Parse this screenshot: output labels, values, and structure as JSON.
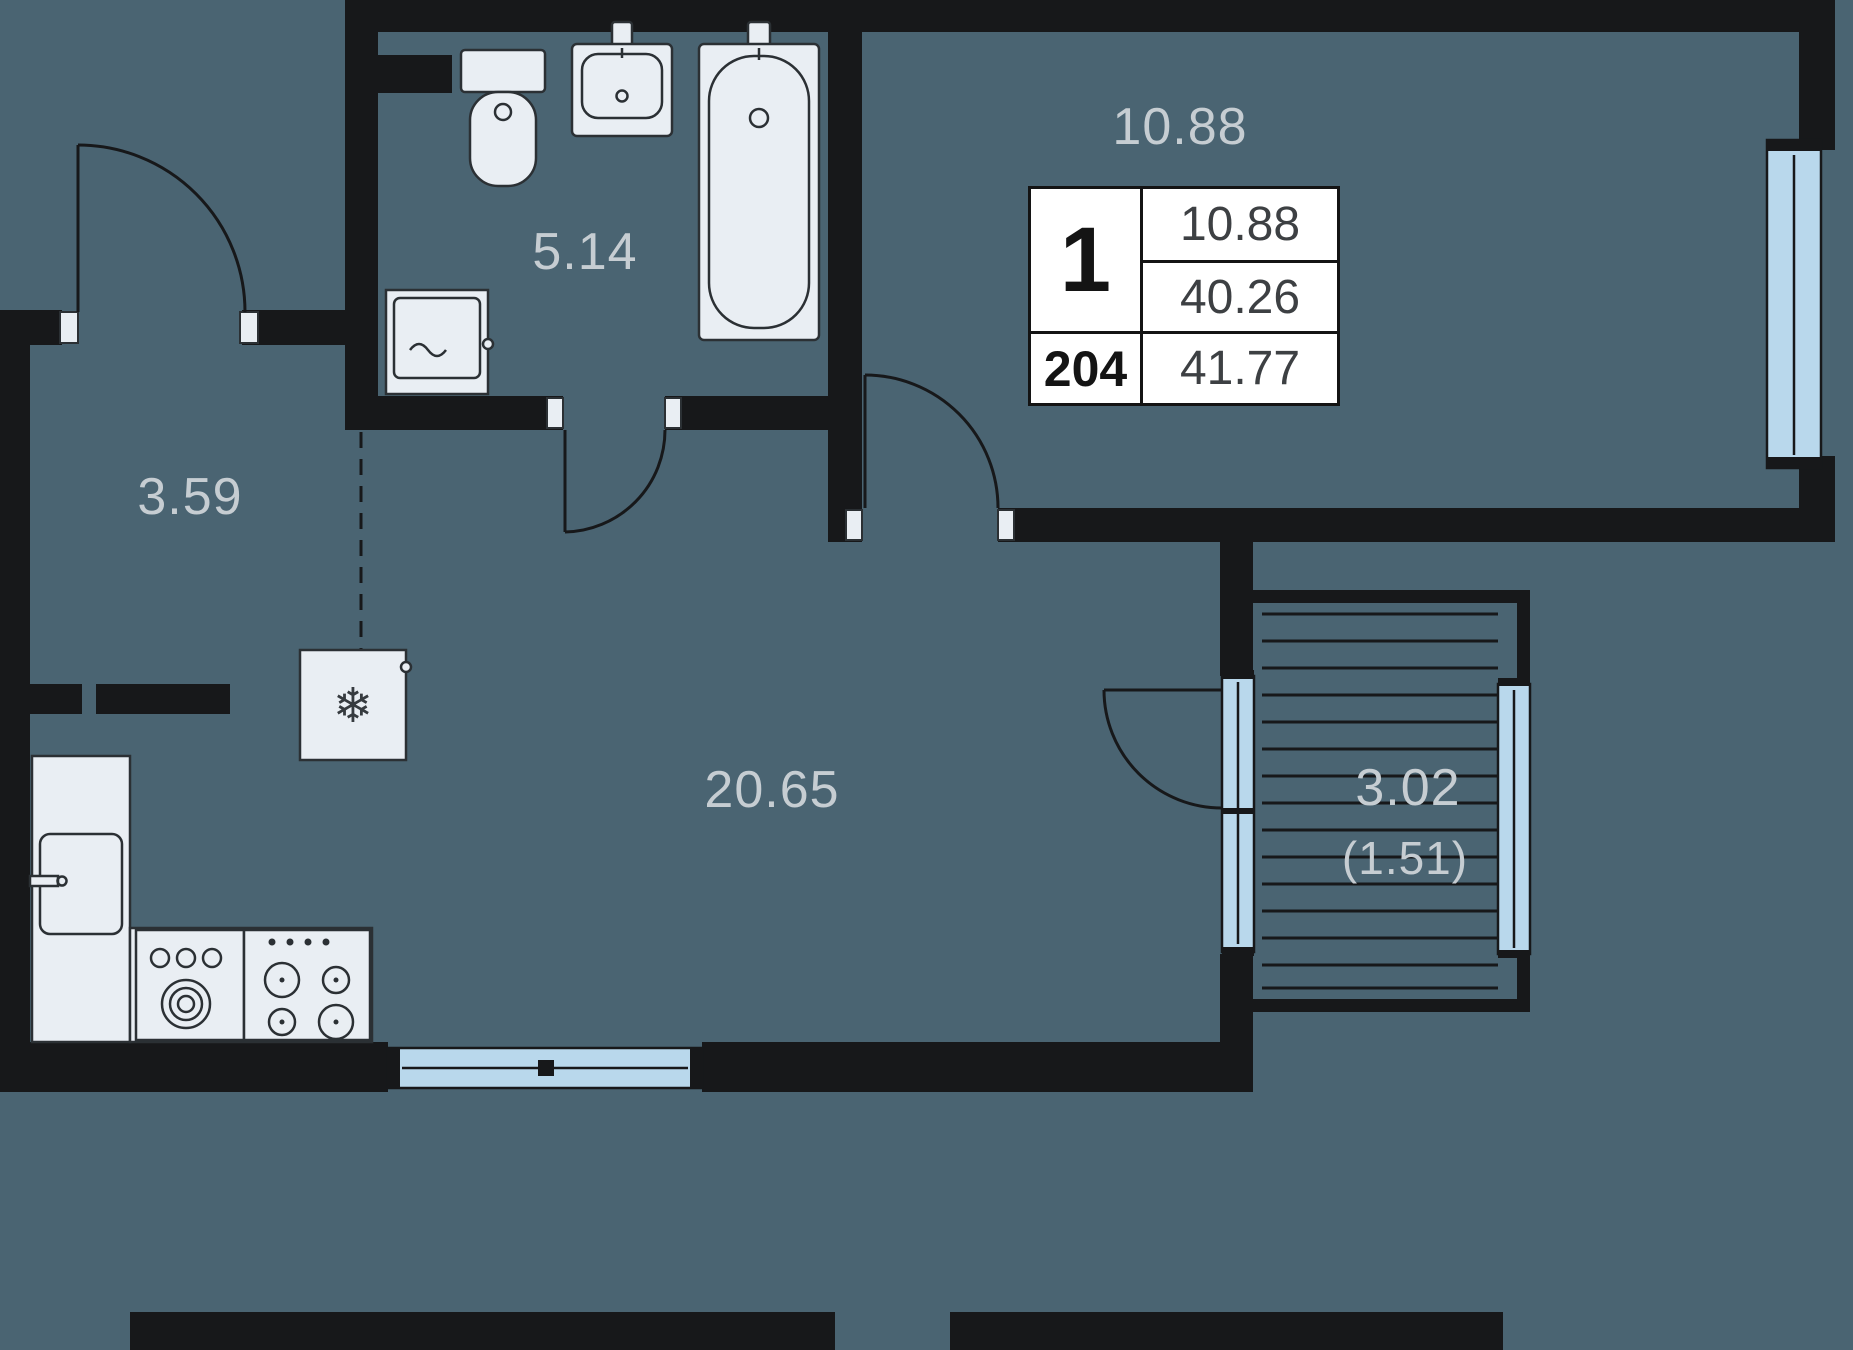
{
  "plan": {
    "rooms": {
      "entrance_hall": {
        "area": "3.59"
      },
      "bathroom": {
        "area": "5.14"
      },
      "bedroom": {
        "area": "10.88"
      },
      "kitchen_living": {
        "area": "20.65"
      },
      "balcony": {
        "area": "3.02",
        "area_coefficient": "(1.51)"
      }
    },
    "info_table": {
      "rooms_count": "1",
      "unit_number": "204",
      "living_area": "10.88",
      "area_without_balcony": "40.26",
      "total_area": "41.77"
    },
    "icons": {
      "snowflake": "❄"
    },
    "colors": {
      "background": "#4a6472",
      "wall": "#17181a",
      "fixture_fill": "#e9eef3",
      "fixture_stroke": "#2b3034",
      "glass": "#b9d8ec",
      "glass_frame": "#17181a",
      "label_text": "#c6cdd2",
      "hatch": "#17181a",
      "table_bg": "#ffffff",
      "table_border": "#141414",
      "table_text_primary": "#141414",
      "table_text_secondary": "#3d4043"
    }
  }
}
